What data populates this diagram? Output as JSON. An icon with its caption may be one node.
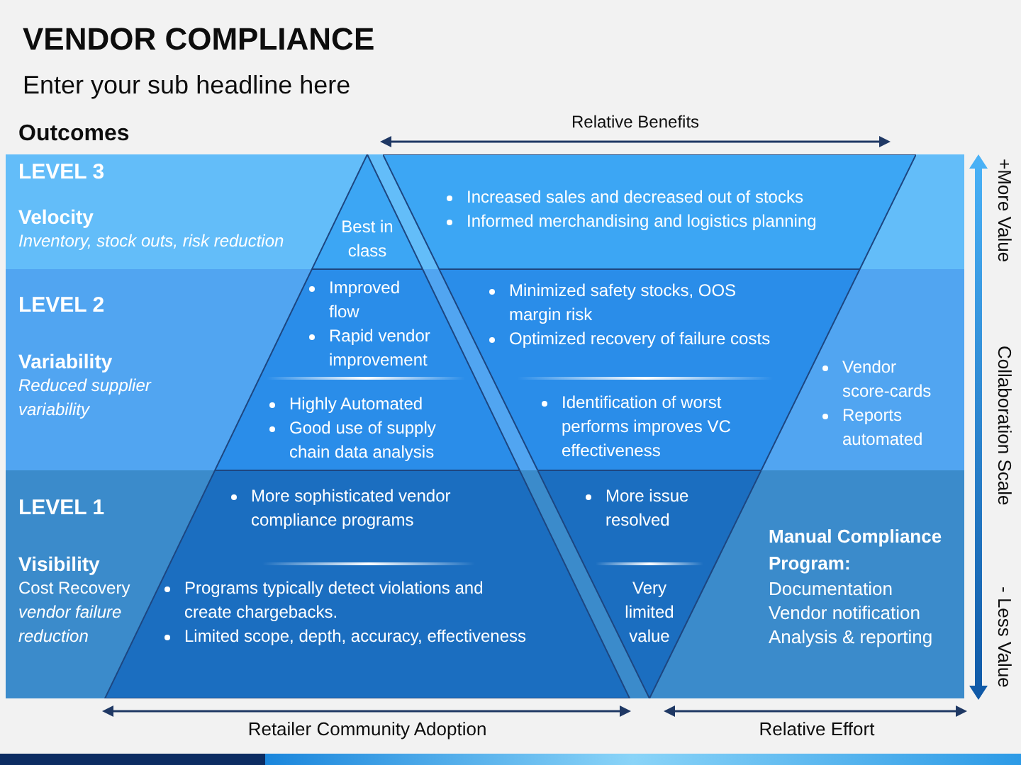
{
  "diagram": {
    "title": "VENDOR COMPLIANCE",
    "nodes": [
      {
        "text": [
          "LEVEL 3",
          "Velocity",
          "Inventory, stock outs, risk reduction"
        ]
      },
      {
        "text": [
          "Best in class"
        ],
        "in": 0
      },
      {
        "text": [
          "Increased sales and decreased out of stocks",
          "Informed merchandising and logistics planning"
        ],
        "in": 0
      },
      {
        "text": [
          "LEVEL 2",
          "Variability",
          "Reduced supplier variability",
          "Vendor score-cards",
          "Reports automated"
        ]
      },
      {
        "text": [
          "Improved flow",
          "Rapid vendor improvement",
          "Highly Automated",
          "Good use of supply chain data analysis"
        ],
        "in": 3
      },
      {
        "text": [
          "Minimized safety stocks, OOS margin risk",
          "Optimized recovery of failure costs",
          "Identification of worst performs improves VC effectiveness"
        ],
        "in": 3
      },
      {
        "text": [
          "LEVEL 1",
          "Visibility",
          "Cost Recovery",
          "vendor failure reduction",
          "Manual Compliance Program:",
          "Documentation",
          "Vendor notification",
          "Analysis & reporting"
        ]
      },
      {
        "text": [
          "More sophisticated vendor compliance programs",
          "Programs typically detect violations and create chargebacks.",
          "Limited scope, depth, accuracy, effectiveness"
        ],
        "in": 6
      },
      {
        "text": [
          "More issue resolved",
          "Very limited value"
        ],
        "in": 6
      }
    ],
    "labels": [
      "Enter your sub headline here",
      "Outcomes",
      "Relative Benefits",
      "+More Value",
      "Collaboration Scale",
      "- Less Value",
      "Retailer Community Adoption",
      "Relative Effort"
    ]
  }
}
